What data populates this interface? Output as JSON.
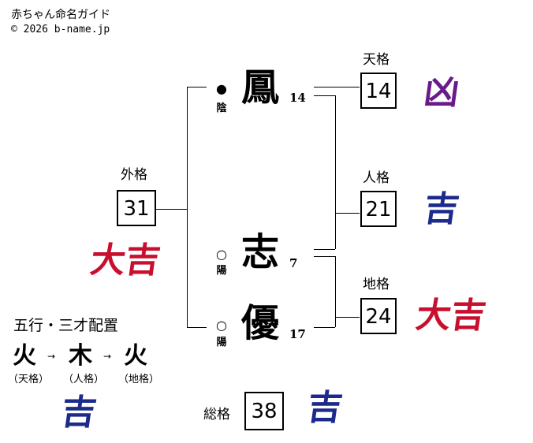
{
  "header": {
    "title": "赤ちゃん命名ガイド",
    "copyright": "© 2026 b-name.jp"
  },
  "name": [
    {
      "char": "鳳",
      "strokes": "14",
      "yinyang_mark": "●",
      "yinyang": "陰"
    },
    {
      "char": "志",
      "strokes": "7",
      "yinyang_mark": "○",
      "yinyang": "陽"
    },
    {
      "char": "優",
      "strokes": "17",
      "yinyang_mark": "○",
      "yinyang": "陽"
    }
  ],
  "grids": {
    "tenkaku": {
      "label": "天格",
      "value": "14",
      "fortune": "凶"
    },
    "jinkaku": {
      "label": "人格",
      "value": "21",
      "fortune": "吉"
    },
    "chikaku": {
      "label": "地格",
      "value": "24",
      "fortune": "大吉"
    },
    "gaikaku": {
      "label": "外格",
      "value": "31",
      "fortune": "大吉"
    },
    "soukaku": {
      "label": "総格",
      "value": "38",
      "fortune": "吉"
    }
  },
  "gogyou": {
    "title": "五行・三才配置",
    "elements": [
      {
        "char": "火",
        "label": "（天格）"
      },
      {
        "char": "木",
        "label": "（人格）"
      },
      {
        "char": "火",
        "label": "（地格）"
      }
    ],
    "arrow": "→",
    "fortune": "吉"
  },
  "colors": {
    "kyo": "#6a1b8a",
    "kichi": "#1c2a8c",
    "daikichi": "#c8102e"
  }
}
